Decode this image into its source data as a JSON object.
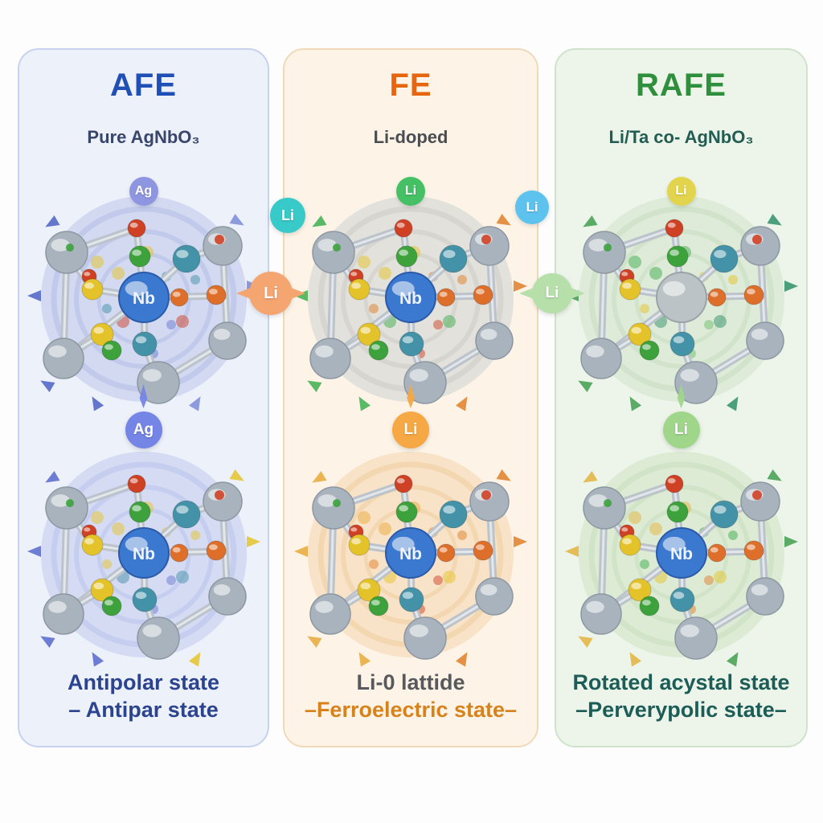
{
  "page": {
    "background": "#fdfdfd"
  },
  "atom_colors": {
    "gray": "#a9b3bd",
    "gray_rim": "#8c97a2",
    "blue": "#3b78cf",
    "blue_rim": "#2b5aa8",
    "red": "#cf4125",
    "green": "#3da23c",
    "yellow": "#e4c32a",
    "orange": "#dd6f2b",
    "teal": "#4492a7",
    "bond": "#bcc3cb",
    "bond_shine": "#e7ebef"
  },
  "panels": [
    {
      "id": "afe",
      "title": "AFE",
      "title_color": "#2050b5",
      "subtitle": "Pure AgNbO₃",
      "subtitle_color": "#39466b",
      "panel_bg": "#edf1fa",
      "panel_border": "#c7d2ee",
      "top_badge": {
        "text": "Ag",
        "bg": "#8e96e2"
      },
      "mid_badge": {
        "text": "Ag",
        "bg": "#7585e6"
      },
      "top_structure": {
        "halo": "#ccd3ee",
        "ring": "#aeb8e4",
        "arrow": "#4c60c4",
        "arrow2": "#7d8bd8",
        "center": "#3b78cf",
        "center_rim": "#2b5aa8",
        "center_label": "Nb",
        "scatter": [
          "#e4c32a",
          "#4492a7",
          "#cf4125",
          "#6a79d2"
        ]
      },
      "bottom_structure": {
        "halo": "#cfd6f2",
        "ring": "#b4bee8",
        "arrow": "#5668cc",
        "arrow2": "#e4c32a",
        "center": "#3b78cf",
        "center_rim": "#2b5aa8",
        "center_label": "Nb",
        "scatter": [
          "#e4c32a",
          "#e4c32a",
          "#4492a7",
          "#6a79d2"
        ]
      },
      "state_line1": {
        "text": "Antipolar state",
        "color": "#2c4390"
      },
      "state_line2": {
        "text": "– Antipar state",
        "color": "#2c4390"
      }
    },
    {
      "id": "fe",
      "title": "FE",
      "title_color": "#e8650f",
      "subtitle": "Li-doped",
      "subtitle_color": "#4a4d52",
      "panel_bg": "#fdf4e7",
      "panel_border": "#f0d9b8",
      "top_badge": {
        "text": "Li",
        "bg": "#46c065"
      },
      "mid_badge": {
        "text": "Li",
        "bg": "#f5a843"
      },
      "top_structure": {
        "halo": "#dcdcd8",
        "ring": "#c8c8c2",
        "arrow": "#3dae4e",
        "arrow2": "#e07f28",
        "center": "#3b78cf",
        "center_rim": "#2b5aa8",
        "center_label": "Nb",
        "scatter": [
          "#e4c32a",
          "#e07f28",
          "#3dae4e",
          "#cf4125"
        ]
      },
      "bottom_structure": {
        "halo": "#f6dfc0",
        "ring": "#edc795",
        "arrow": "#e8a93a",
        "arrow2": "#e07f28",
        "center": "#3b78cf",
        "center_rim": "#2b5aa8",
        "center_label": "Nb",
        "scatter": [
          "#e8a93a",
          "#e07f28",
          "#e4c32a",
          "#cf4125"
        ]
      },
      "state_line1": {
        "text": "Li-0 lattide",
        "color": "#58595c"
      },
      "state_line2": {
        "text": "–Ferroelectric state–",
        "color": "#d8821c"
      }
    },
    {
      "id": "rafe",
      "title": "RAFE",
      "title_color": "#2f8f3c",
      "subtitle": "Li/Ta co- AgNbO₃",
      "subtitle_color": "#235c52",
      "panel_bg": "#edf5ea",
      "panel_border": "#cfe3cb",
      "top_badge": {
        "text": "Li",
        "bg": "#e3d44e"
      },
      "mid_badge": {
        "text": "Li",
        "bg": "#9fd68a"
      },
      "top_structure": {
        "halo": "#d9e9d4",
        "ring": "#c2dcba",
        "arrow": "#3f9e4f",
        "arrow2": "#2f8f6a",
        "center": "#bcc3c6",
        "center_rim": "#9aa3a8",
        "center_label": "",
        "scatter": [
          "#3dae4e",
          "#e4c32a",
          "#2f8f6a",
          "#6fbf6a"
        ]
      },
      "bottom_structure": {
        "halo": "#d8e9d0",
        "ring": "#c4dcb8",
        "arrow": "#e3b33c",
        "arrow2": "#3f9e4f",
        "center": "#3b78cf",
        "center_rim": "#2b5aa8",
        "center_label": "Nb",
        "scatter": [
          "#e3b33c",
          "#3dae4e",
          "#e4c32a",
          "#e07f28"
        ]
      },
      "state_line1": {
        "text": "Rotated acystal state",
        "color": "#1c5e57"
      },
      "state_line2": {
        "text": "–Perverypolic state–",
        "color": "#1c5e57"
      }
    }
  ],
  "connectors": [
    {
      "text": "Li",
      "bg": "#38c9c9"
    },
    {
      "text": "Li",
      "bg": "#f5a570"
    },
    {
      "text": "Li",
      "bg": "#5ec2ee"
    },
    {
      "text": "Li",
      "bg": "#b7dfaa"
    }
  ]
}
